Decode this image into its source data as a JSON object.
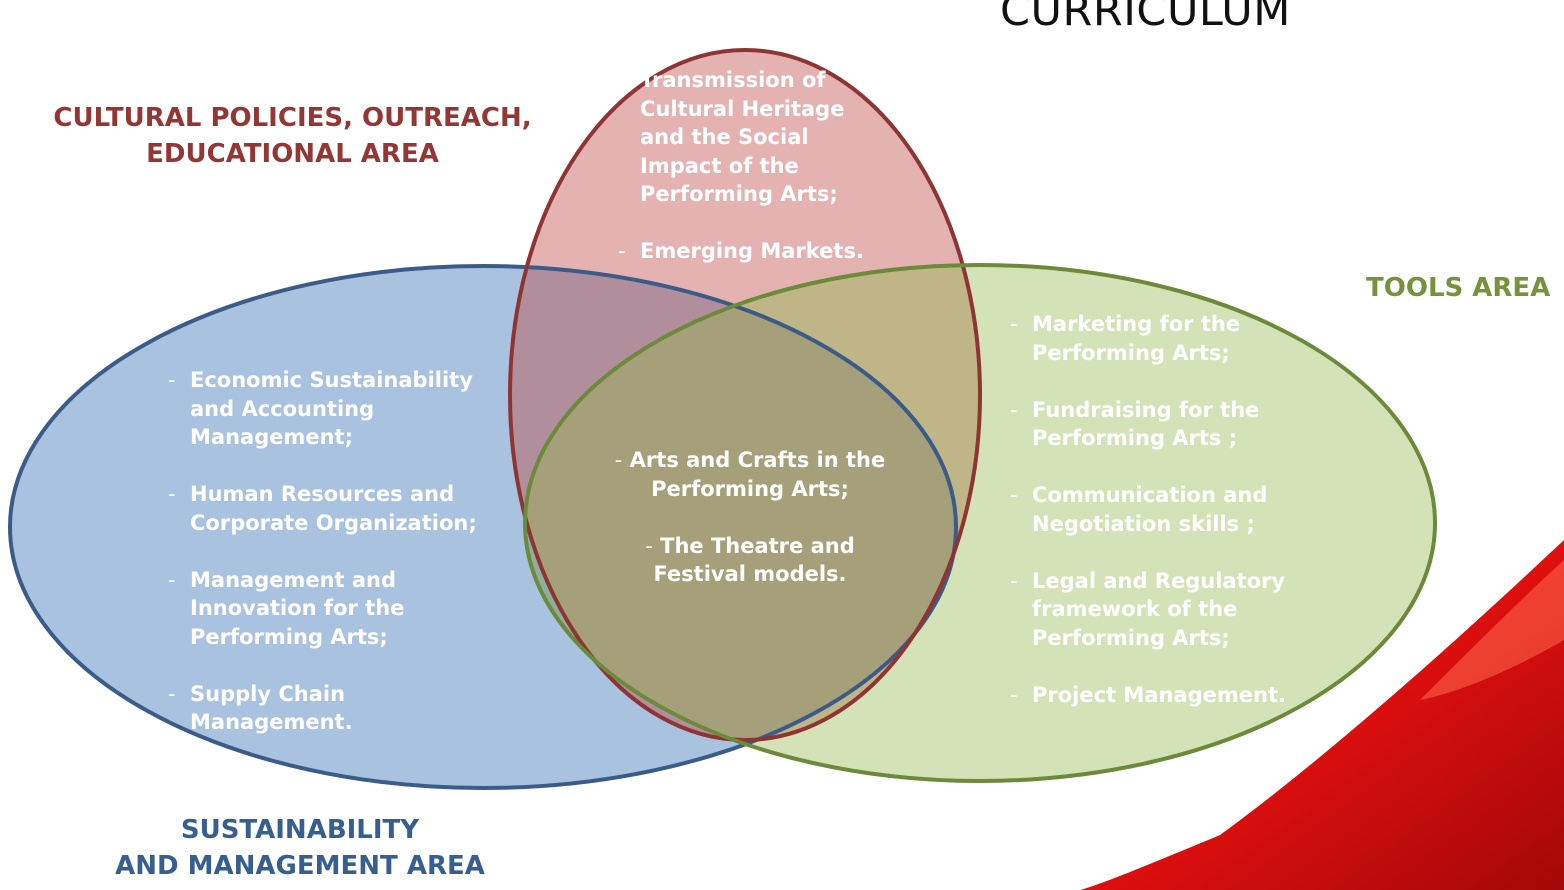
{
  "title": "CURRICULUM",
  "areas": {
    "cultural": {
      "label_line1": "CULTURAL POLICIES, OUTREACH,",
      "label_line2": "EDUCATIONAL AREA",
      "color": "#943634",
      "fill": "#e5b2b2",
      "items": [
        "Transmission of\nCultural Heritage\nand the Social\nImpact of the\nPerforming Arts;",
        "Emerging Markets."
      ]
    },
    "sustainability": {
      "label_line1": "SUSTAINABILITY",
      "label_line2": "AND MANAGEMENT AREA",
      "color": "#365f91",
      "fill": "#a9c2df",
      "items": [
        "Economic Sustainability\nand Accounting\nManagement;",
        " Human Resources and\nCorporate Organization;",
        " Management and\nInnovation for the\nPerforming Arts;",
        " Supply Chain Management."
      ]
    },
    "tools": {
      "label": "TOOLS AREA",
      "color": "#76923c",
      "fill": "#d4e3b7",
      "items": [
        "Marketing for the\nPerforming Arts;",
        "Fundraising for the\nPerforming Arts ;",
        "Communication and\nNegotiation skills ;",
        "Legal and Regulatory\nframework of the\nPerforming Arts;",
        "Project Management."
      ]
    },
    "center": {
      "items": [
        "Arts and Crafts in the\nPerforming Arts;",
        "The Theatre and\nFestival models."
      ]
    }
  },
  "dash": "-",
  "colors": {
    "overlap_center": "#a6a07a",
    "overlap_red_blue": "#b08e9b",
    "overlap_red_green": "#bfb586",
    "overlap_blue_green": "#8aa89a",
    "decoration": "#d81414"
  }
}
